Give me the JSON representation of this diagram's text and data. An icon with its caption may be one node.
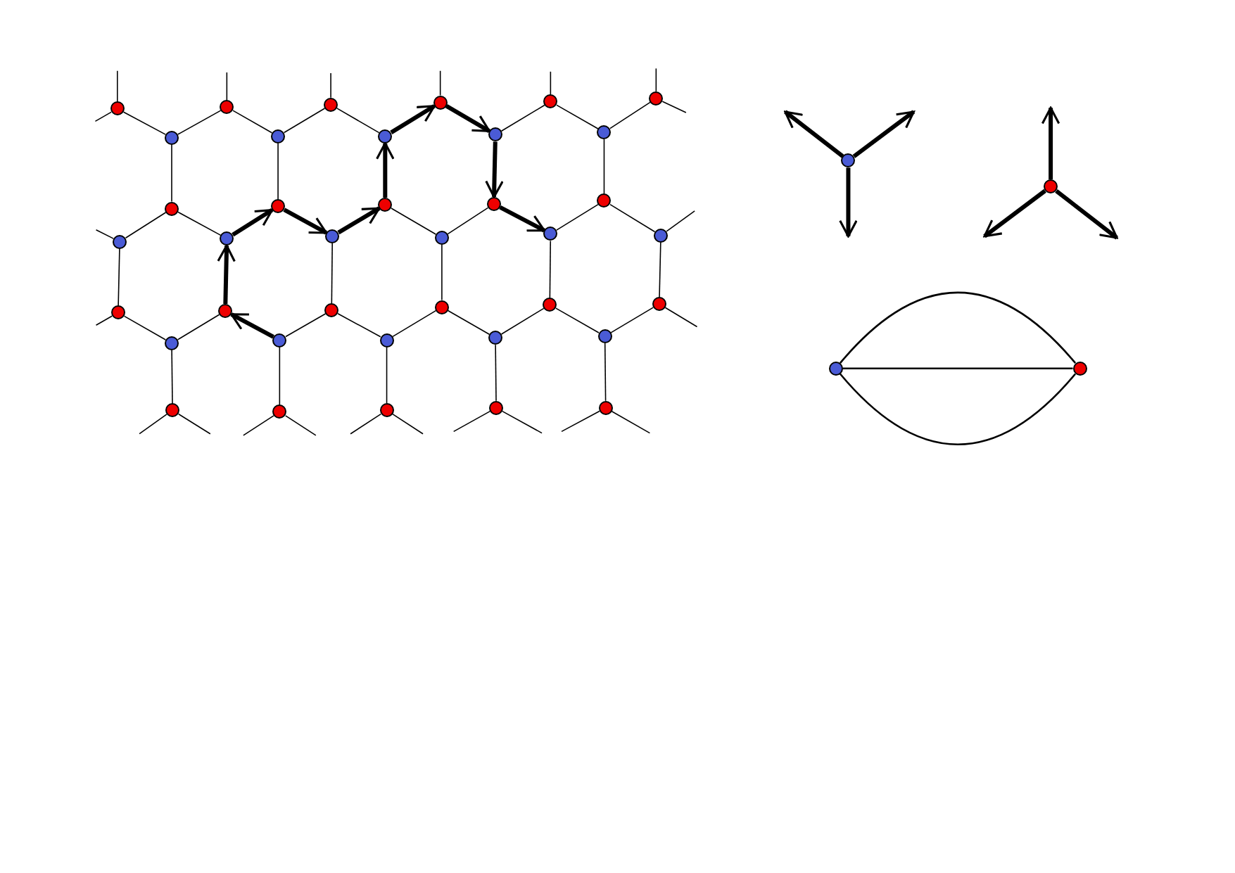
{
  "diagram": {
    "nodes": [
      {
        "text": [],
        "shape": "circle"
      },
      {
        "text": [],
        "shape": "circle"
      },
      {
        "text": [],
        "shape": "circle"
      },
      {
        "text": [],
        "shape": "circle"
      },
      {
        "text": [],
        "shape": "circle"
      },
      {
        "text": [],
        "shape": "circle"
      },
      {
        "text": [],
        "shape": "circle"
      },
      {
        "text": [],
        "shape": "circle"
      },
      {
        "text": [],
        "shape": "circle"
      },
      {
        "text": [],
        "shape": "circle"
      },
      {
        "text": [],
        "shape": "circle"
      },
      {
        "text": [],
        "shape": "circle"
      },
      {
        "text": [],
        "shape": "circle"
      },
      {
        "text": [],
        "shape": "circle"
      },
      {
        "text": [],
        "shape": "circle"
      },
      {
        "text": [],
        "shape": "circle"
      },
      {
        "text": [],
        "shape": "circle"
      },
      {
        "text": [],
        "shape": "circle"
      },
      {
        "text": [],
        "shape": "circle"
      },
      {
        "text": [],
        "shape": "circle"
      },
      {
        "text": [],
        "shape": "circle"
      },
      {
        "text": [],
        "shape": "circle"
      },
      {
        "text": [],
        "shape": "circle"
      },
      {
        "text": [],
        "shape": "circle"
      },
      {
        "text": [],
        "shape": "circle"
      },
      {
        "text": [],
        "shape": "circle"
      },
      {
        "text": [],
        "shape": "circle"
      },
      {
        "text": [],
        "shape": "circle"
      },
      {
        "text": [],
        "shape": "circle"
      },
      {
        "text": [],
        "shape": "circle"
      },
      {
        "text": [],
        "shape": "circle"
      },
      {
        "text": [],
        "shape": "circle"
      },
      {
        "text": [],
        "shape": "circle"
      },
      {
        "text": [],
        "shape": "circle"
      },
      {
        "text": [],
        "shape": "circle"
      },
      {
        "text": [],
        "shape": "circle"
      },
      {
        "text": [],
        "shape": "circle"
      },
      {
        "text": [],
        "shape": "circle"
      },
      {
        "text": [],
        "shape": "circle"
      },
      {
        "text": [],
        "shape": "circle"
      },
      {
        "text": [],
        "shape": "circle"
      },
      {
        "text": [],
        "shape": "circle"
      }
    ],
    "edges": [
      {
        "from": 0,
        "to": 6,
        "arrow": "none"
      },
      {
        "from": 1,
        "to": 6,
        "arrow": "none"
      },
      {
        "from": 1,
        "to": 7,
        "arrow": "none"
      },
      {
        "from": 2,
        "to": 7,
        "arrow": "none"
      },
      {
        "from": 2,
        "to": 8,
        "arrow": "none"
      },
      {
        "from": 8,
        "to": 3,
        "arrow": "to",
        "style": "thick"
      },
      {
        "from": 3,
        "to": 9,
        "arrow": "to",
        "style": "thick"
      },
      {
        "from": 4,
        "to": 9,
        "arrow": "none"
      },
      {
        "from": 4,
        "to": 10,
        "arrow": "none"
      },
      {
        "from": 5,
        "to": 10,
        "arrow": "none"
      },
      {
        "from": 6,
        "to": 11,
        "arrow": "none"
      },
      {
        "from": 7,
        "to": 12,
        "arrow": "none"
      },
      {
        "from": 13,
        "to": 8,
        "arrow": "to",
        "style": "thick"
      },
      {
        "from": 9,
        "to": 14,
        "arrow": "to",
        "style": "thick"
      },
      {
        "from": 10,
        "to": 15,
        "arrow": "none"
      },
      {
        "from": 11,
        "to": 16,
        "arrow": "none"
      },
      {
        "from": 11,
        "to": 17,
        "arrow": "none"
      },
      {
        "from": 17,
        "to": 12,
        "arrow": "to",
        "style": "thick"
      },
      {
        "from": 12,
        "to": 18,
        "arrow": "to",
        "style": "thick"
      },
      {
        "from": 18,
        "to": 13,
        "arrow": "to",
        "style": "thick"
      },
      {
        "from": 13,
        "to": 19,
        "arrow": "none"
      },
      {
        "from": 14,
        "to": 19,
        "arrow": "none"
      },
      {
        "from": 14,
        "to": 20,
        "arrow": "to",
        "style": "thick"
      },
      {
        "from": 15,
        "to": 20,
        "arrow": "none"
      },
      {
        "from": 15,
        "to": 21,
        "arrow": "none"
      },
      {
        "from": 16,
        "to": 22,
        "arrow": "none"
      },
      {
        "from": 23,
        "to": 17,
        "arrow": "to",
        "style": "thick"
      },
      {
        "from": 18,
        "to": 24,
        "arrow": "none"
      },
      {
        "from": 19,
        "to": 25,
        "arrow": "none"
      },
      {
        "from": 20,
        "to": 26,
        "arrow": "none"
      },
      {
        "from": 21,
        "to": 27,
        "arrow": "none"
      },
      {
        "from": 22,
        "to": 28,
        "arrow": "none"
      },
      {
        "from": 23,
        "to": 28,
        "arrow": "none"
      },
      {
        "from": 29,
        "to": 23,
        "arrow": "to",
        "style": "thick"
      },
      {
        "from": 24,
        "to": 29,
        "arrow": "none"
      },
      {
        "from": 24,
        "to": 30,
        "arrow": "none"
      },
      {
        "from": 25,
        "to": 30,
        "arrow": "none"
      },
      {
        "from": 25,
        "to": 31,
        "arrow": "none"
      },
      {
        "from": 26,
        "to": 31,
        "arrow": "none"
      },
      {
        "from": 26,
        "to": 32,
        "arrow": "none"
      },
      {
        "from": 27,
        "to": 32,
        "arrow": "none"
      },
      {
        "from": 28,
        "to": 33,
        "arrow": "none"
      },
      {
        "from": 29,
        "to": 34,
        "arrow": "none"
      },
      {
        "from": 30,
        "to": 35,
        "arrow": "none"
      },
      {
        "from": 31,
        "to": 36,
        "arrow": "none"
      },
      {
        "from": 32,
        "to": 37,
        "arrow": "none"
      },
      {
        "from": 0,
        "to": null,
        "arrow": "none"
      },
      {
        "from": 1,
        "to": null,
        "arrow": "none"
      },
      {
        "from": 2,
        "to": null,
        "arrow": "none"
      },
      {
        "from": 3,
        "to": null,
        "arrow": "none"
      },
      {
        "from": 4,
        "to": null,
        "arrow": "none"
      },
      {
        "from": 5,
        "to": null,
        "arrow": "none"
      },
      {
        "from": 0,
        "to": null,
        "arrow": "none"
      },
      {
        "from": 5,
        "to": null,
        "arrow": "none"
      },
      {
        "from": 16,
        "to": null,
        "arrow": "none"
      },
      {
        "from": 21,
        "to": null,
        "arrow": "none"
      },
      {
        "from": 22,
        "to": null,
        "arrow": "none"
      },
      {
        "from": 27,
        "to": null,
        "arrow": "none"
      },
      {
        "from": 33,
        "to": null,
        "arrow": "none"
      },
      {
        "from": 33,
        "to": null,
        "arrow": "none"
      },
      {
        "from": 34,
        "to": null,
        "arrow": "none"
      },
      {
        "from": 34,
        "to": null,
        "arrow": "none"
      },
      {
        "from": 35,
        "to": null,
        "arrow": "none"
      },
      {
        "from": 35,
        "to": null,
        "arrow": "none"
      },
      {
        "from": 36,
        "to": null,
        "arrow": "none"
      },
      {
        "from": 36,
        "to": null,
        "arrow": "none"
      },
      {
        "from": 37,
        "to": null,
        "arrow": "none"
      },
      {
        "from": 37,
        "to": null,
        "arrow": "none"
      },
      {
        "from": 38,
        "to": null,
        "arrow": "to",
        "style": "thick"
      },
      {
        "from": 38,
        "to": null,
        "arrow": "to",
        "style": "thick"
      },
      {
        "from": 38,
        "to": null,
        "arrow": "to",
        "style": "thick"
      },
      {
        "from": 39,
        "to": null,
        "arrow": "to",
        "style": "thick"
      },
      {
        "from": 39,
        "to": null,
        "arrow": "to",
        "style": "thick"
      },
      {
        "from": 39,
        "to": null,
        "arrow": "to",
        "style": "thick"
      },
      {
        "from": 40,
        "to": 41,
        "arrow": "none"
      },
      {
        "from": 40,
        "to": 41,
        "arrow": "none"
      },
      {
        "from": 40,
        "to": 41,
        "arrow": "none"
      }
    ]
  }
}
